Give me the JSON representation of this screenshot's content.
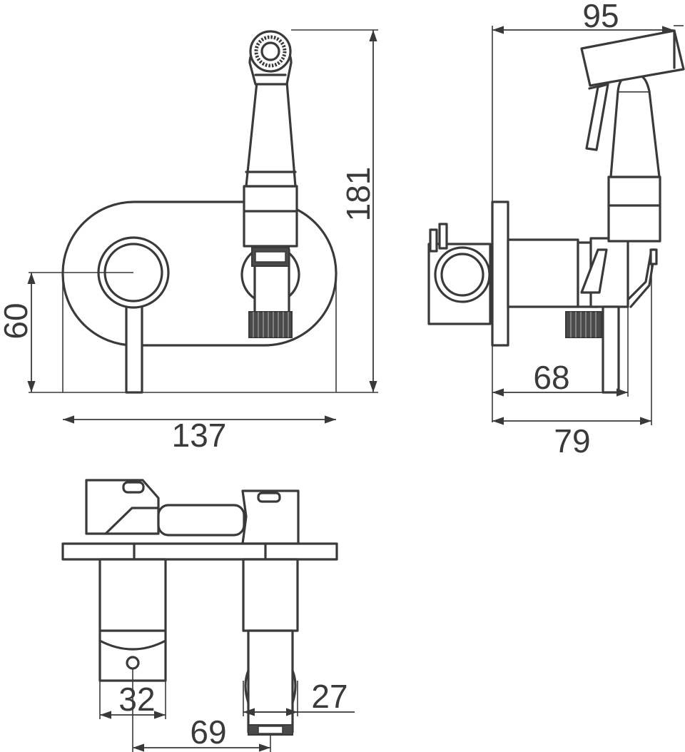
{
  "drawing": {
    "views": [
      "front-view",
      "side-view",
      "top-view"
    ],
    "dimensions": {
      "front_width": "137",
      "front_height": "181",
      "front_center_height": "60",
      "side_depth_top": "95",
      "side_depth_plate": "68",
      "side_depth_total": "79",
      "top_valve_dia": "32",
      "top_outlet_dia": "27",
      "top_center_spacing": "69"
    }
  },
  "colors": {
    "line": "#3a3a3a",
    "background": "#ffffff",
    "thread": "#4a4a4a"
  }
}
